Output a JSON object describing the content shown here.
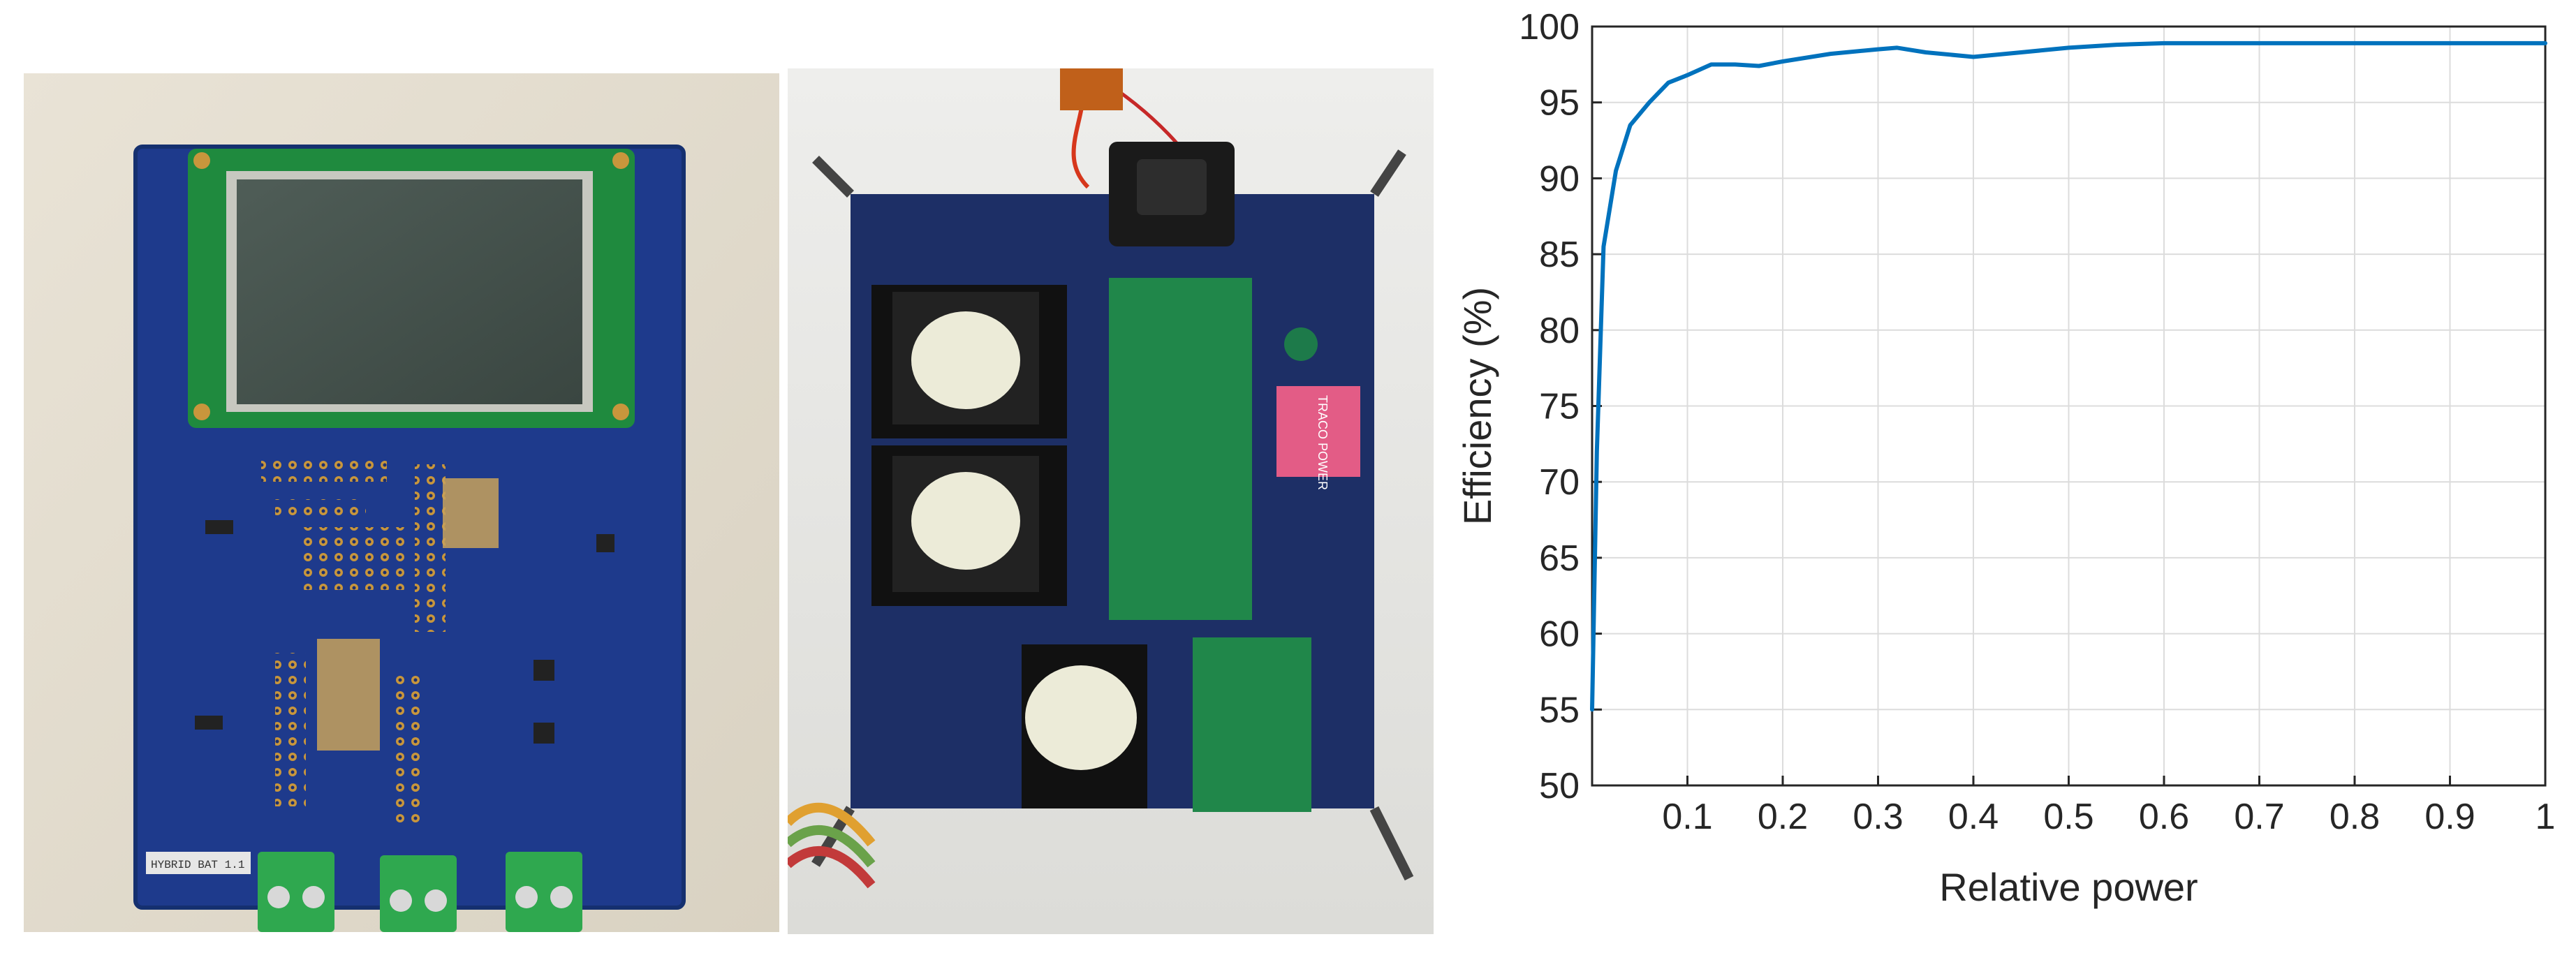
{
  "photos": [
    {
      "subject": "control-board",
      "pcb_label": "HYBRID BAT 1.1"
    },
    {
      "subject": "power-stage-board",
      "module_label": "TRACO POWER"
    }
  ],
  "chart_data": {
    "type": "line",
    "title": "",
    "xlabel": "Relative power",
    "ylabel": "Efficiency (%)",
    "xlim": [
      0,
      1
    ],
    "ylim": [
      50,
      100
    ],
    "grid": true,
    "xticks": [
      0.1,
      0.2,
      0.3,
      0.4,
      0.5,
      0.6,
      0.7,
      0.8,
      0.9,
      1
    ],
    "xtick_labels": [
      "0.1",
      "0.2",
      "0.3",
      "0.4",
      "0.5",
      "0.6",
      "0.7",
      "0.8",
      "0.9",
      "1"
    ],
    "yticks": [
      50,
      55,
      60,
      65,
      70,
      75,
      80,
      85,
      90,
      95,
      100
    ],
    "ytick_labels": [
      "50",
      "55",
      "60",
      "65",
      "70",
      "75",
      "80",
      "85",
      "90",
      "95",
      "100"
    ],
    "series": [
      {
        "color": "#0072BD",
        "x": [
          0.0,
          0.005,
          0.012,
          0.025,
          0.04,
          0.06,
          0.08,
          0.1,
          0.125,
          0.15,
          0.175,
          0.2,
          0.25,
          0.3,
          0.32,
          0.35,
          0.4,
          0.45,
          0.5,
          0.55,
          0.6,
          0.7,
          0.8,
          0.9,
          1.0
        ],
        "y": [
          55.0,
          72.0,
          85.5,
          90.5,
          93.5,
          95.0,
          96.3,
          96.8,
          97.5,
          97.5,
          97.4,
          97.7,
          98.2,
          98.5,
          98.6,
          98.3,
          98.0,
          98.3,
          98.6,
          98.8,
          98.9,
          98.9,
          98.9,
          98.9,
          98.9
        ]
      }
    ]
  }
}
